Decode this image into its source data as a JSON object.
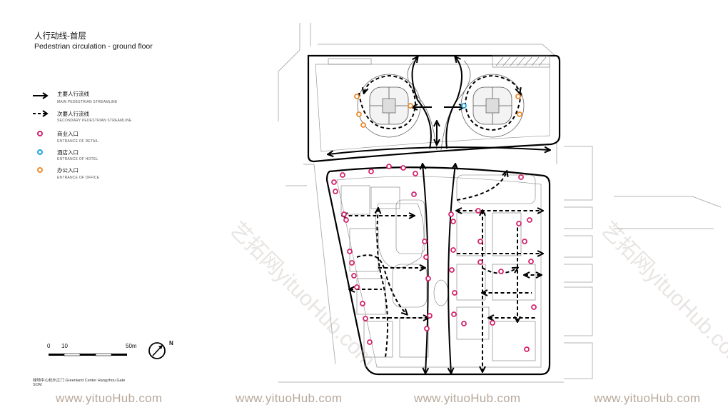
{
  "title": {
    "cn": "人行动线-首层",
    "en": "Pedestrian circulation - ground floor"
  },
  "legend": {
    "main_cn": "主要人行流线",
    "main_en": "MAIN PEDESTRIAN STREAMLINE",
    "secondary_cn": "次要人行流线",
    "secondary_en": "SECONDARY PEDESTRIAN STREAMLINE",
    "retail_cn": "商业入口",
    "retail_en": "ENTRANCE OF RETAIL",
    "hotel_cn": "酒店入口",
    "hotel_en": "ENTRANCE OF HOTEL",
    "office_cn": "办公入口",
    "office_en": "ENTRANCE OF OFFICE"
  },
  "colors": {
    "retail": "#d6246e",
    "hotel": "#1aa6d8",
    "office": "#ee8a2b",
    "watermark": "#b8a89a"
  },
  "scale": {
    "zero": "0",
    "ten": "10",
    "fifty": "50m"
  },
  "north": "N",
  "credit": {
    "cn": "绿地中心杭州之门",
    "en": "Greenland Center Hangzhou Gate",
    "firm": "SOM"
  },
  "watermarks": [
    "www.yituoHub.com",
    "www.yituoHub.com",
    "www.yituoHub.com",
    "www.yituoHub.com"
  ],
  "diagonal_watermark": "艺拓网yituoHub.com"
}
